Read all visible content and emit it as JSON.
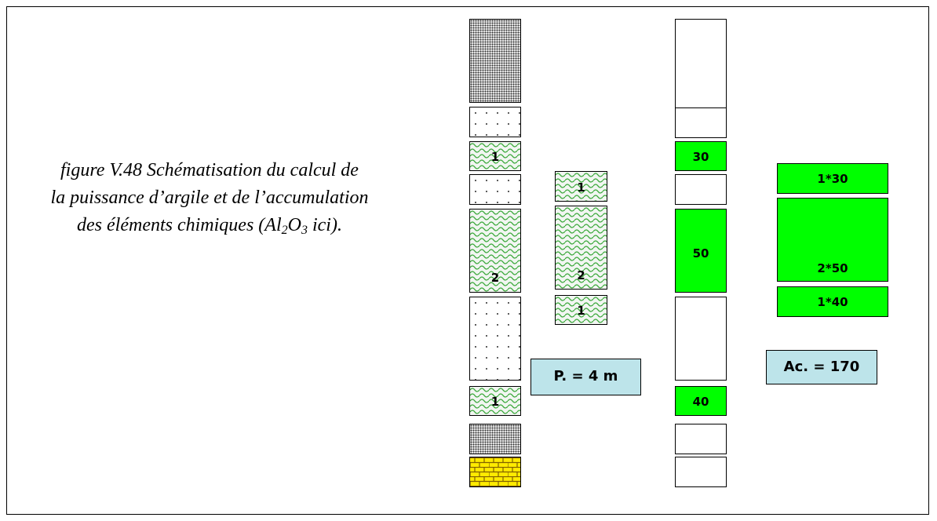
{
  "caption": {
    "line1": "figure V.48  Schématisation du calcul de",
    "line2": "la puissance d’argile et de l’accumulation",
    "line3_prefix": "des éléments chimiques (Al",
    "sub1": "2",
    "mid": "O",
    "sub2": "3",
    "suffix": " ici)."
  },
  "column1_labels": {
    "clay_top": "1",
    "clay_middle": "2",
    "clay_bottom": "1"
  },
  "column2_labels": {
    "clay_top": "1",
    "clay_middle": "2",
    "clay_bottom": "1"
  },
  "column3_values": {
    "upper": "30",
    "middle": "50",
    "lower": "40"
  },
  "column4_products": {
    "upper": "1*30",
    "middle": "2*50",
    "lower": "1*40"
  },
  "results": {
    "thickness": "P. = 4 m",
    "accumulation": "Ac. = 170"
  },
  "colors": {
    "clay_wave": "#39a839",
    "green_fill": "#00ff00",
    "limestone_fill": "#ffeb00",
    "result_fill": "#bde4ea"
  },
  "patterns": [
    "dense-dots",
    "sparse-dots",
    "clay-waves",
    "limestone-bricks"
  ]
}
